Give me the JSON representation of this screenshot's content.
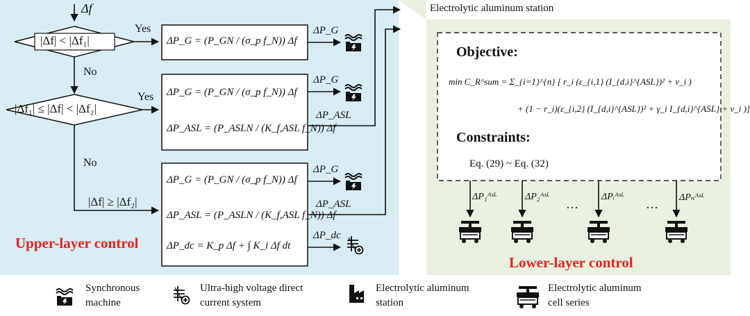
{
  "upper": {
    "title": "Upper-layer control",
    "input_delta_f": "Δf",
    "cond1": "|Δf| < |Δf₁|",
    "cond2": "|Δf₁| ≤ |Δf| < |Δf₂|",
    "cond3": "|Δf| ≥ |Δf₂|",
    "yes1": "Yes",
    "yes2": "Yes",
    "no1": "No",
    "no2": "No",
    "box1_eq": "ΔP_G = (P_GN / (σ_p f_N)) Δf",
    "box2_eq1": "ΔP_G = (P_GN / (σ_p f_N)) Δf",
    "box2_eq2": "ΔP_ASL = (P_ASLN / (K_f,ASL f_N)) Δf",
    "box3_eq1": "ΔP_G = (P_GN / (σ_p f_N)) Δf",
    "box3_eq2": "ΔP_ASL = (P_ASLN / (K_f,ASL f_N)) Δf",
    "box3_eq3": "ΔP_dc = K_p Δf + ∫ K_i Δf dt",
    "out_pg": "ΔP_G",
    "out_pasl": "ΔP_ASL",
    "out_pdc": "ΔP_dc"
  },
  "lower": {
    "station_label": "Electrolytic aluminum station",
    "title": "Lower-layer control",
    "objective_label": "Objective:",
    "objective_eq_line1": "min C_R^sum = Σ_{i=1}^{n} [ r_i (ε_{i,1} (I_{d,i}^{ASL})² + ν_i )",
    "objective_eq_line2": "+ (1 − r_i)(ε_{i,2} (I_{d,i}^{ASL})² + γ_i I_{d,i}^{ASL} + ν_i )]",
    "constraints_label": "Constraints:",
    "constraints_eq": "Eq. (29) ~ Eq. (32)",
    "cells": [
      "ΔP₁ᴬˢᴸ",
      "ΔP₂ᴬˢᴸ",
      "ΔPᵢᴬˢᴸ",
      "ΔPₙᴬˢᴸ"
    ],
    "ellipsis": "…"
  },
  "legend": {
    "items": [
      {
        "icon": "synchronous-machine-icon",
        "label_line1": "Synchronous",
        "label_line2": "machine"
      },
      {
        "icon": "uhvdc-icon",
        "label_line1": "Ultra-high voltage direct",
        "label_line2": "current system"
      },
      {
        "icon": "aluminum-station-icon",
        "label_line1": "Electrolytic aluminum",
        "label_line2": "station"
      },
      {
        "icon": "cell-series-icon",
        "label_line1": "Electrolytic aluminum",
        "label_line2": "cell series"
      }
    ]
  },
  "colors": {
    "upper_bg": "#d9ecf3",
    "lower_bg": "#e9f0df",
    "title_red": "#e8231e"
  }
}
